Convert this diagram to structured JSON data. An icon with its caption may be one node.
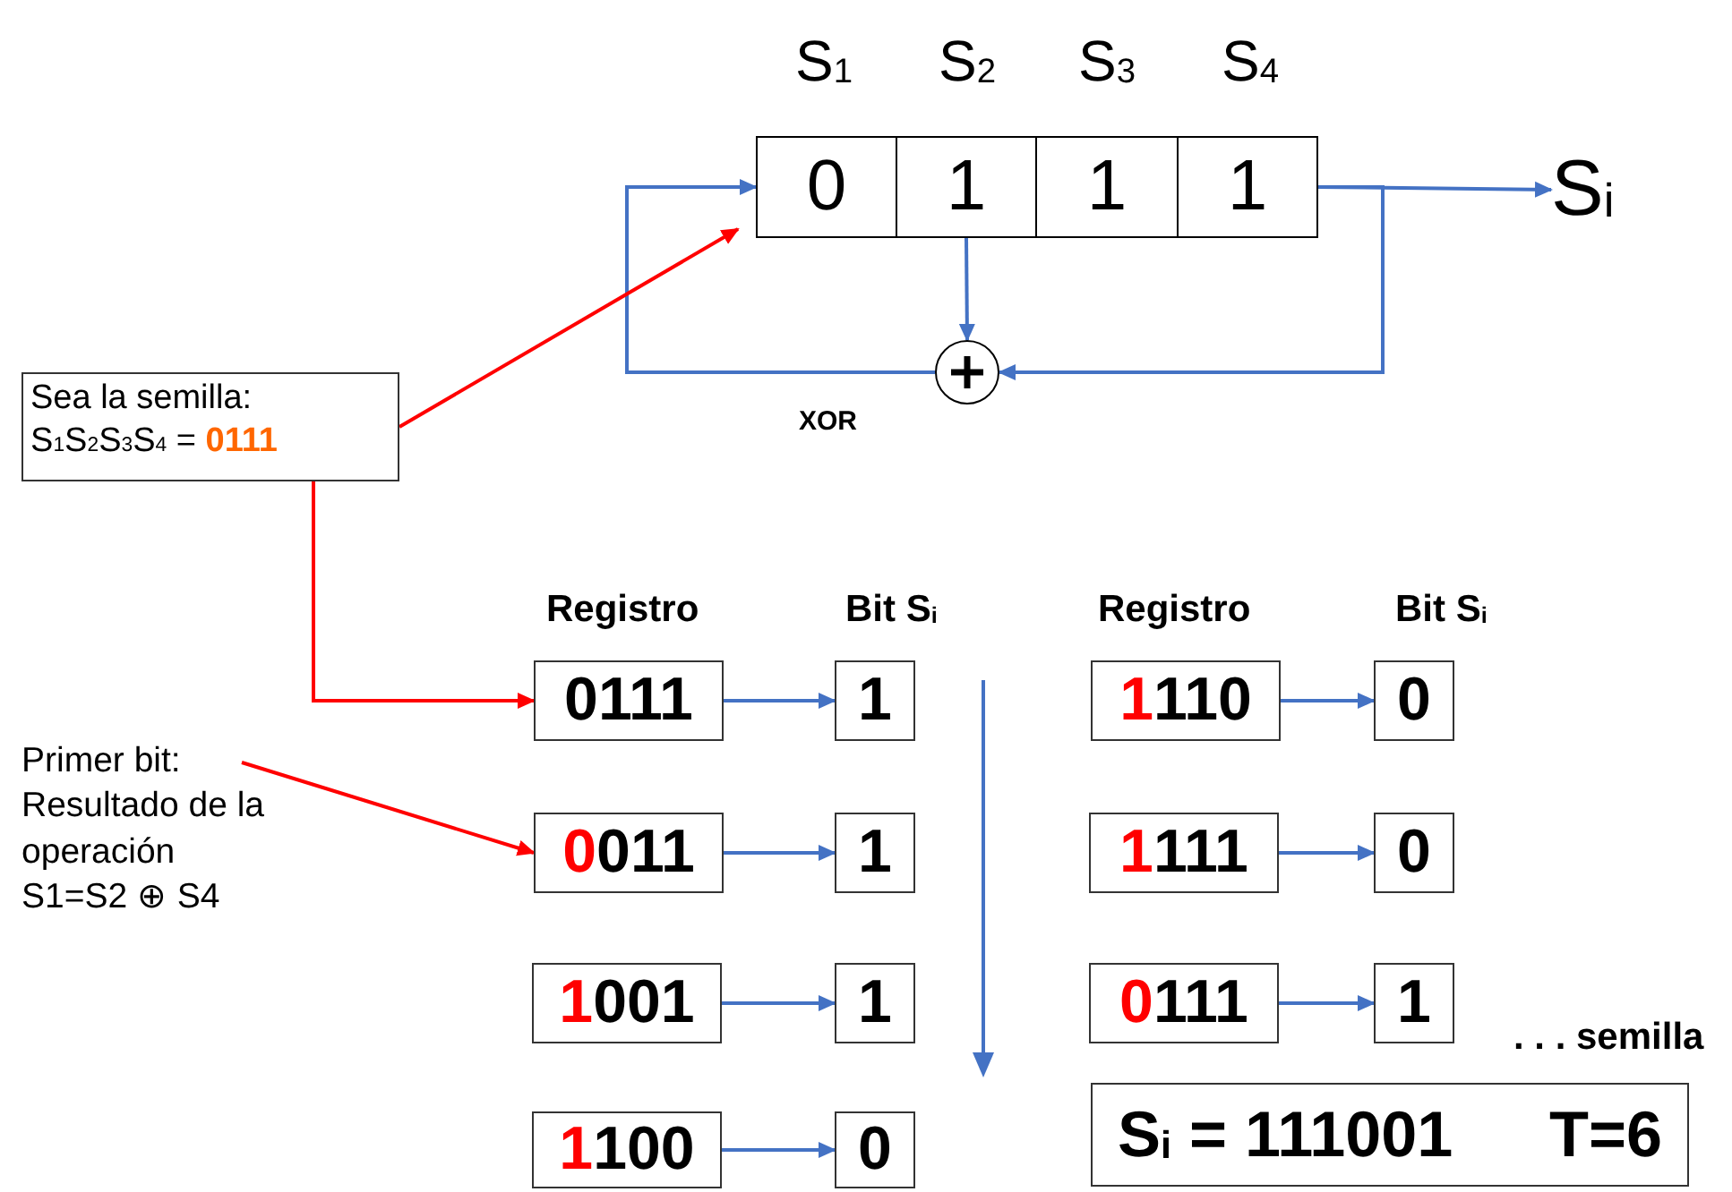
{
  "diagram": {
    "nodes": [
      {
        "text": [
          "0"
        ],
        "beside": [
          "S$_{1}$"
        ]
      },
      {
        "text": [
          "1"
        ],
        "beside": [
          "S$_{2}$"
        ]
      },
      {
        "text": [
          "1"
        ],
        "beside": [
          "S$_{3}$"
        ]
      },
      {
        "text": [
          "1"
        ],
        "beside": [
          "S$_{4}$"
        ]
      },
      {
        "text": [],
        "shape": "circle",
        "beside": [
          "XOR"
        ]
      },
      {
        "text": [
          "S$_{i}$"
        ]
      },
      {
        "text": [
          "Sea la semilla:",
          "S$_{1}$S$_{2}$S$_{3}$S$_{4}$ = **0111**"
        ]
      },
      {
        "text": [
          "Primer bit: Resultado de la operación S1=S2 ⊕ S4"
        ]
      },
      {
        "text": [
          "0111"
        ]
      },
      {
        "text": [
          "1"
        ]
      },
      {
        "text": [
          "**0**011"
        ]
      },
      {
        "text": [
          "1"
        ]
      },
      {
        "text": [
          "**1**001"
        ]
      },
      {
        "text": [
          "1"
        ]
      },
      {
        "text": [
          "**1**100"
        ]
      },
      {
        "text": [
          "0"
        ]
      },
      {
        "text": [
          "**1**110"
        ]
      },
      {
        "text": [
          "0"
        ]
      },
      {
        "text": [
          "**1**111"
        ]
      },
      {
        "text": [
          "0"
        ]
      },
      {
        "text": [
          "**0**111"
        ]
      },
      {
        "text": [
          "1"
        ]
      },
      {
        "text": [
          "S$_{i}$ = 111001",
          "T=6"
        ]
      }
    ],
    "edges": [
      {
        "from": 1,
        "to": 4,
        "arrow": "to"
      },
      {
        "from": 3,
        "to": 5,
        "arrow": "to"
      },
      {
        "from": 3,
        "to": 4,
        "arrow": "to"
      },
      {
        "from": 4,
        "to": 0,
        "arrow": "to"
      },
      {
        "from": 6,
        "to": 0,
        "arrow": "to",
        "color": "#ff0000"
      },
      {
        "from": 6,
        "to": 8,
        "arrow": "to",
        "color": "#ff0000"
      },
      {
        "from": 7,
        "to": 10,
        "arrow": "to",
        "color": "#ff0000"
      },
      {
        "from": 8,
        "to": 9,
        "arrow": "to"
      },
      {
        "from": 10,
        "to": 11,
        "arrow": "to"
      },
      {
        "from": 12,
        "to": 13,
        "arrow": "to"
      },
      {
        "from": 14,
        "to": 15,
        "arrow": "to"
      },
      {
        "from": 16,
        "to": 17,
        "arrow": "to"
      },
      {
        "from": 18,
        "to": 19,
        "arrow": "to"
      },
      {
        "from": 20,
        "to": 21,
        "arrow": "to"
      }
    ],
    "labels": [
      "Registro",
      "Bit S$_{i}$",
      "Registro",
      "Bit S$_{i}$",
      ". . . semilla"
    ]
  }
}
